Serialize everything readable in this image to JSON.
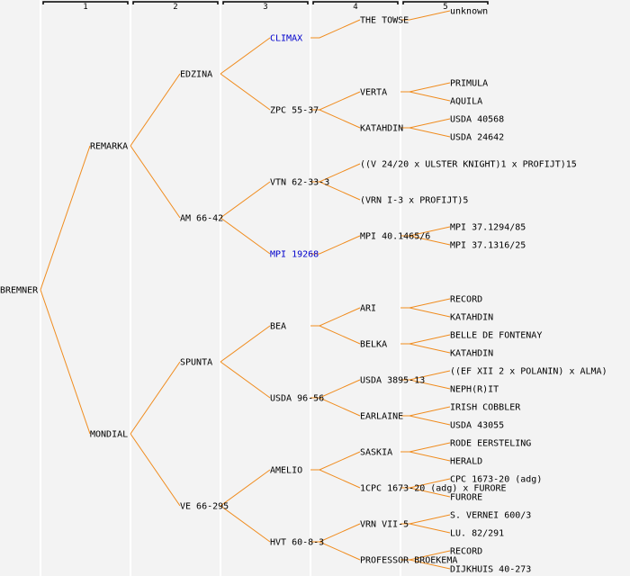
{
  "title": "Pedigree of BREMNER",
  "colors": {
    "line": "#f08c1e",
    "link": "#0000cc",
    "text": "#000000",
    "background": "#f3f3f3"
  },
  "generation_headers": [
    "1",
    "2",
    "3",
    "4",
    "5"
  ],
  "pedigree": {
    "name": "BREMNER",
    "parents": [
      {
        "name": "REMARKA",
        "parents": [
          {
            "name": "EDZINA",
            "parents": [
              {
                "name": "CLIMAX",
                "link": true,
                "parents": [
                  {
                    "name": "THE TOWSE",
                    "parents": [
                      {
                        "name": "unknown"
                      }
                    ]
                  }
                ]
              },
              {
                "name": "ZPC 55-37",
                "parents": [
                  {
                    "name": "VERTA",
                    "parents": [
                      {
                        "name": "PRIMULA"
                      },
                      {
                        "name": "AQUILA"
                      }
                    ]
                  },
                  {
                    "name": "KATAHDIN",
                    "parents": [
                      {
                        "name": "USDA 40568"
                      },
                      {
                        "name": "USDA 24642"
                      }
                    ]
                  }
                ]
              }
            ]
          },
          {
            "name": "AM 66-42",
            "parents": [
              {
                "name": "VTN 62-33-3",
                "parents": [
                  {
                    "name": "((V 24/20 x ULSTER KNIGHT)1 x PROFIJT)15"
                  },
                  {
                    "name": "(VRN I-3 x PROFIJT)5"
                  }
                ]
              },
              {
                "name": "MPI 19268",
                "link": true,
                "parents": [
                  {
                    "name": "MPI 40.1465/6",
                    "parents": [
                      {
                        "name": "MPI 37.1294/85"
                      },
                      {
                        "name": "MPI 37.1316/25"
                      }
                    ]
                  }
                ]
              }
            ]
          }
        ]
      },
      {
        "name": "MONDIAL",
        "parents": [
          {
            "name": "SPUNTA",
            "parents": [
              {
                "name": "BEA",
                "parents": [
                  {
                    "name": "ARI",
                    "parents": [
                      {
                        "name": "RECORD"
                      },
                      {
                        "name": "KATAHDIN"
                      }
                    ]
                  },
                  {
                    "name": "BELKA",
                    "parents": [
                      {
                        "name": "BELLE DE FONTENAY"
                      },
                      {
                        "name": "KATAHDIN"
                      }
                    ]
                  }
                ]
              },
              {
                "name": "USDA 96-56",
                "parents": [
                  {
                    "name": "USDA 3895-13",
                    "parents": [
                      {
                        "name": "((EF XII 2 x POLANIN) x ALMA)"
                      },
                      {
                        "name": "NEPH(R)IT"
                      }
                    ]
                  },
                  {
                    "name": "EARLAINE",
                    "parents": [
                      {
                        "name": "IRISH COBBLER"
                      },
                      {
                        "name": "USDA 43055"
                      }
                    ]
                  }
                ]
              }
            ]
          },
          {
            "name": "VE 66-295",
            "parents": [
              {
                "name": "AMELIO",
                "parents": [
                  {
                    "name": "SASKIA",
                    "parents": [
                      {
                        "name": "RODE EERSTELING"
                      },
                      {
                        "name": "HERALD"
                      }
                    ]
                  },
                  {
                    "name": "1CPC 1673-20 (adg) x FURORE",
                    "parents": [
                      {
                        "name": "CPC 1673-20 (adg)"
                      },
                      {
                        "name": "FURORE"
                      }
                    ]
                  }
                ]
              },
              {
                "name": "HVT 60-8-3",
                "parents": [
                  {
                    "name": "VRN VII-5",
                    "parents": [
                      {
                        "name": "S. VERNEI 600/3"
                      },
                      {
                        "name": "LU. 82/291"
                      }
                    ]
                  },
                  {
                    "name": "PROFESSOR BROEKEMA",
                    "parents": [
                      {
                        "name": "RECORD"
                      },
                      {
                        "name": "DIJKHUIS 40-273"
                      }
                    ]
                  }
                ]
              }
            ]
          }
        ]
      }
    ]
  }
}
